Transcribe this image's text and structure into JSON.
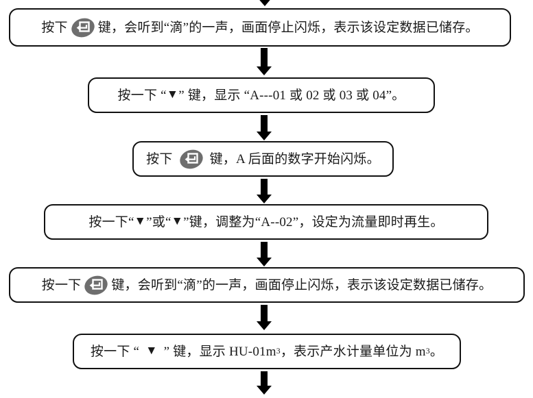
{
  "document": {
    "kind": "flowchart",
    "title": "控制阀设定流程图",
    "orientation": "vertical",
    "background_color": "#ffffff",
    "border_color": "#111111",
    "text_color": "#1a1a1a",
    "icon_color": "#6e6e6e"
  },
  "icons": {
    "enter_key": "enter-key-icon",
    "down_triangle": "▼"
  },
  "nodes": [
    {
      "id": "step-1",
      "name": "step-press-enter-save-1",
      "segments": [
        {
          "type": "text",
          "value": "按下"
        },
        {
          "type": "icon",
          "value": "enter-key-icon"
        },
        {
          "type": "text",
          "value": "键，会听到“滴”的一声，画面停止闪烁，表示该设定数据已储存。"
        }
      ],
      "plain_text": "按下 [回车键] 键，会听到“滴”的一声，画面停止闪烁，表示该设定数据已储存。"
    },
    {
      "id": "step-2",
      "name": "step-press-down-show-a",
      "segments": [
        {
          "type": "text",
          "value": "按一下 “"
        },
        {
          "type": "triangle",
          "value": "▼"
        },
        {
          "type": "text",
          "value": "” 键，显示 “A---01 或 02 或 03 或 04”。"
        }
      ],
      "plain_text": "按一下 “▼” 键，显示 “A---01 或 02 或 03 或 04”。"
    },
    {
      "id": "step-3",
      "name": "step-press-enter-digit-blink",
      "segments": [
        {
          "type": "text",
          "value": "按下"
        },
        {
          "type": "icon",
          "value": "enter-key-icon"
        },
        {
          "type": "text",
          "value": "键，A 后面的数字开始闪烁。"
        }
      ],
      "plain_text": "按下 [回车键] 键，A 后面的数字开始闪烁。"
    },
    {
      "id": "step-4",
      "name": "step-adjust-to-a-02",
      "segments": [
        {
          "type": "text",
          "value": "按一下“"
        },
        {
          "type": "triangle",
          "value": "▼"
        },
        {
          "type": "text",
          "value": "”或“"
        },
        {
          "type": "triangle",
          "value": "▼"
        },
        {
          "type": "text",
          "value": "”键，调整为“A--02”，设定为流量即时再生。"
        }
      ],
      "plain_text": "按一下“▼”或“▼”键，调整为“A--02”，设定为流量即时再生。"
    },
    {
      "id": "step-5",
      "name": "step-press-enter-save-2",
      "segments": [
        {
          "type": "text",
          "value": "按一下"
        },
        {
          "type": "icon",
          "value": "enter-key-icon"
        },
        {
          "type": "text",
          "value": "键，会听到“滴”的一声，画面停止闪烁，表示该设定数据已储存。"
        }
      ],
      "plain_text": "按一下 [回车键] 键，会听到“滴”的一声，画面停止闪烁，表示该设定数据已储存。"
    },
    {
      "id": "step-6",
      "name": "step-show-hu-01",
      "segments": [
        {
          "type": "text",
          "value": "按一下 “"
        },
        {
          "type": "triangle",
          "value": "▼"
        },
        {
          "type": "text",
          "value": "” 键，显示 HU-01m"
        },
        {
          "type": "sup",
          "value": "3"
        },
        {
          "type": "text",
          "value": "，表示产水计量单位为 m"
        },
        {
          "type": "sup",
          "value": "3"
        },
        {
          "type": "text",
          "value": "。"
        }
      ],
      "plain_text": "按一下 “▼” 键，显示 HU-01m³，表示产水计量单位为 m³。"
    }
  ],
  "connectors": [
    {
      "id": "arrow-0",
      "name": "connector-arrow-incoming-top",
      "from": "(off-screen above)",
      "to": "step-1",
      "clipped": true
    },
    {
      "id": "arrow-1",
      "name": "connector-arrow-1-to-2",
      "from": "step-1",
      "to": "step-2",
      "clipped": false
    },
    {
      "id": "arrow-2",
      "name": "connector-arrow-2-to-3",
      "from": "step-2",
      "to": "step-3",
      "clipped": false
    },
    {
      "id": "arrow-3",
      "name": "connector-arrow-3-to-4",
      "from": "step-3",
      "to": "step-4",
      "clipped": false
    },
    {
      "id": "arrow-4",
      "name": "connector-arrow-4-to-5",
      "from": "step-4",
      "to": "step-5",
      "clipped": false
    },
    {
      "id": "arrow-5",
      "name": "connector-arrow-5-to-6",
      "from": "step-5",
      "to": "step-6",
      "clipped": false
    },
    {
      "id": "arrow-6",
      "name": "connector-arrow-outgoing-bottom",
      "from": "step-6",
      "to": "(off-screen below)",
      "clipped": false
    }
  ]
}
